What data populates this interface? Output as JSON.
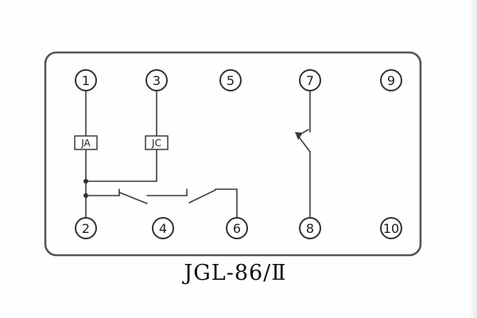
{
  "diagram": {
    "title": "JGL-86/Ⅱ",
    "terminals": {
      "top": [
        "1",
        "3",
        "5",
        "7",
        "9"
      ],
      "bottom": [
        "2",
        "4",
        "6",
        "8",
        "10"
      ]
    },
    "components": {
      "coil_a_label": "JA",
      "coil_c_label": "JC"
    }
  }
}
